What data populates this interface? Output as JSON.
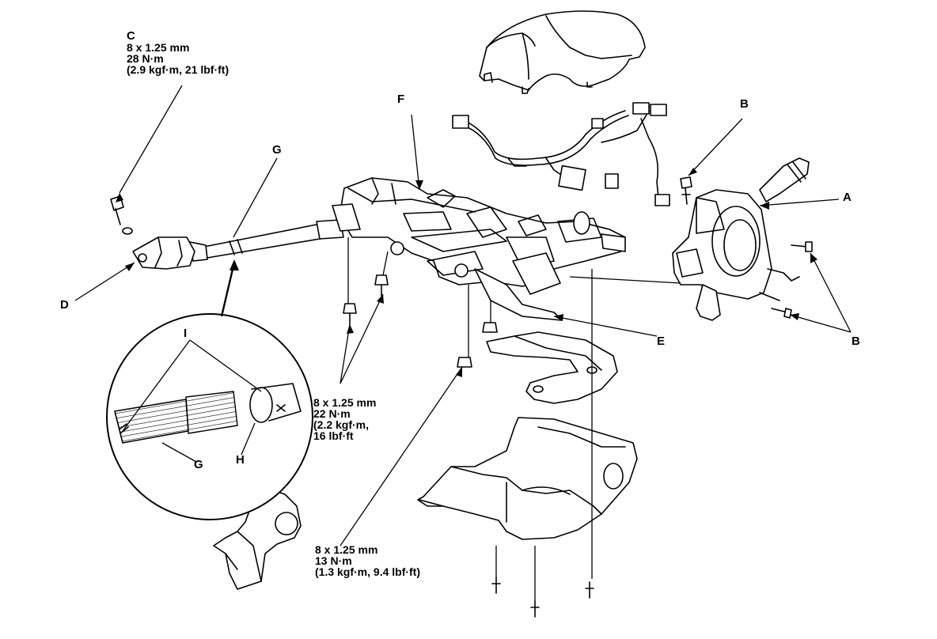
{
  "callouts": {
    "a": "A",
    "b_top": "B",
    "b_right": "B",
    "c": "C",
    "d": "D",
    "e": "E",
    "f": "F",
    "g_top": "G",
    "g_detail": "G",
    "h": "H",
    "i": "I"
  },
  "specs": {
    "c_spec": [
      "8 x 1.25 mm",
      "28 N·m",
      "(2.9 kgf·m, 21 lbf·ft)"
    ],
    "mid_spec": [
      "8 x 1.25 mm",
      "22 N·m",
      "(2.2 kgf·m,",
      "16 lbf·ft"
    ],
    "bottom_spec": [
      "8 x 1.25 mm",
      "13 N·m",
      "(1.3 kgf·m, 9.4 lbf·ft)"
    ]
  },
  "icons": [
    "bolt-icon",
    "nut-icon",
    "screw-icon",
    "connector-icon"
  ]
}
